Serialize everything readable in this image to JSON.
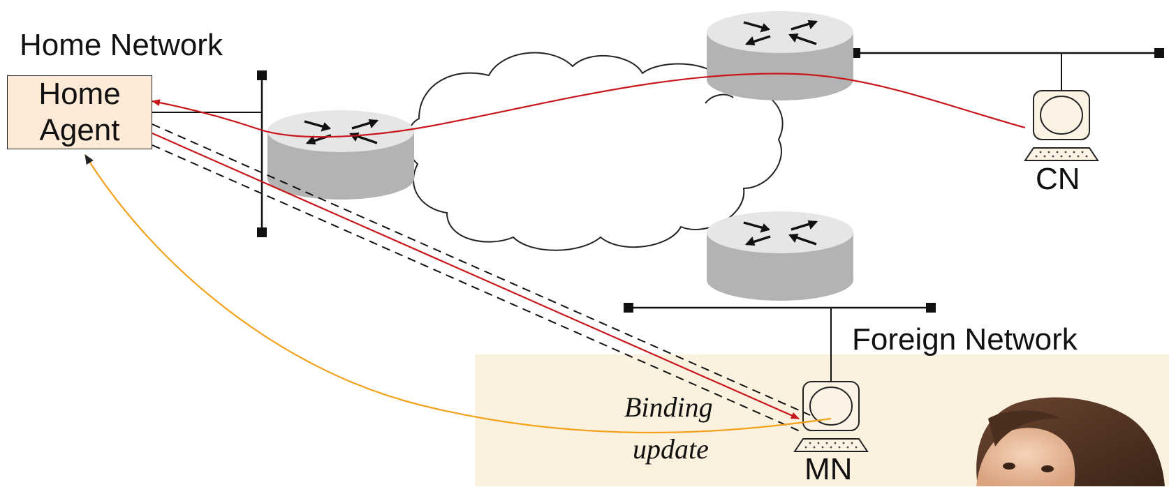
{
  "labels": {
    "home_network": "Home Network",
    "home_agent_line1": "Home",
    "home_agent_line2": "Agent",
    "foreign_network": "Foreign Network",
    "cn": "CN",
    "mn": "MN",
    "binding_line1": "Binding",
    "binding_line2": "update"
  },
  "colors": {
    "route_line": "#c8161d",
    "binding_line": "#f4a11a",
    "home_agent_fill": "#fdebd8",
    "router_top": "#e6e6e6",
    "router_side": "#b3b3b3",
    "photo_bg": "#fbf1df"
  },
  "icons": [
    "router-icon",
    "computer-icon",
    "person-photo"
  ]
}
